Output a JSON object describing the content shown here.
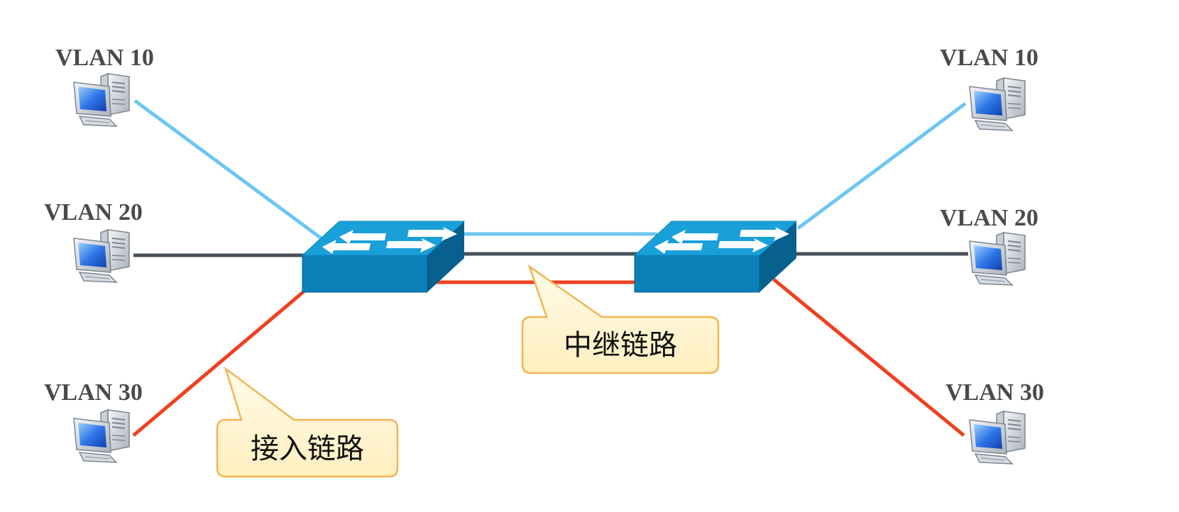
{
  "labels": {
    "left_vlan10": "VLAN 10",
    "left_vlan20": "VLAN 20",
    "left_vlan30": "VLAN 30",
    "right_vlan10": "VLAN 10",
    "right_vlan20": "VLAN 20",
    "right_vlan30": "VLAN 30"
  },
  "callouts": {
    "trunk": "中继链路",
    "access": "接入链路"
  },
  "colors": {
    "vlan10": "#6ec6f0",
    "vlan20": "#4a5058",
    "vlan30": "#f0401e",
    "switch_top": "#1a9fd6",
    "switch_front": "#0b7fb8",
    "switch_side": "#08608f",
    "callout_fill": "#fff6d6",
    "callout_border": "#f2b450"
  }
}
